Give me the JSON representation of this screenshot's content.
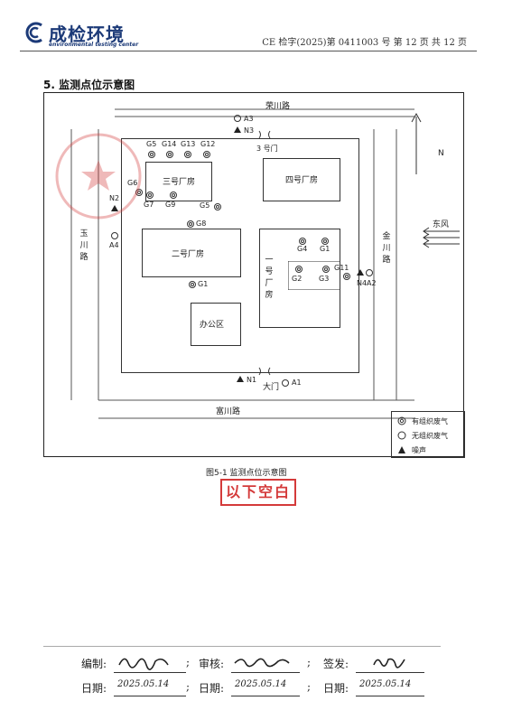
{
  "header": {
    "logo_name": "成检环境",
    "logo_sub": "environmental testing center",
    "report_ref": "CE 检字(2025)第 0411003 号 第 12 页 共 12 页"
  },
  "section_title": "5. 监测点位示意图",
  "map": {
    "roads": {
      "north": "荣川路",
      "south": "富川路",
      "west": [
        "玉",
        "川",
        "路"
      ],
      "east": [
        "金",
        "川",
        "路"
      ]
    },
    "buildings": {
      "building3": "三号厂房",
      "building4": "四号厂房",
      "building2": "二号厂房",
      "building1_chars": [
        "一",
        "号",
        "厂",
        "房"
      ],
      "office": "办公区"
    },
    "gates": {
      "gate3": "3 号门",
      "main_gate": "大门"
    },
    "points": {
      "A1": "A1",
      "A2": "A2",
      "A3": "A3",
      "A4": "A4",
      "N1": "N1",
      "N2": "N2",
      "N3": "N3",
      "N4": "N4",
      "G1a": "G1",
      "G1b": "G1",
      "G2": "G2",
      "G3": "G3",
      "G4": "G4",
      "G5a": "G5",
      "G5b": "G5",
      "G6": "G6",
      "G7": "G7",
      "G8": "G8",
      "G9": "G9",
      "G11": "G11",
      "G12": "G12",
      "G13": "G13",
      "G14": "G14"
    },
    "compass": "N",
    "wind": "东风",
    "legend": {
      "organized": "有组织废气",
      "unorganized": "无组织废气",
      "noise": "噪声"
    }
  },
  "caption": "图5-1 监测点位示意图",
  "stamp_text": "以下空白",
  "footer": {
    "editor_label": "编制:",
    "reviewer_label": "审核:",
    "issuer_label": "签发:",
    "date_label_1": "日期:",
    "date_label_2": "日期:",
    "date_label_3": "日期:",
    "sep": ";",
    "date_1": "2025.05.14",
    "date_2": "2025.05.14",
    "date_3": "2025.05.14"
  }
}
